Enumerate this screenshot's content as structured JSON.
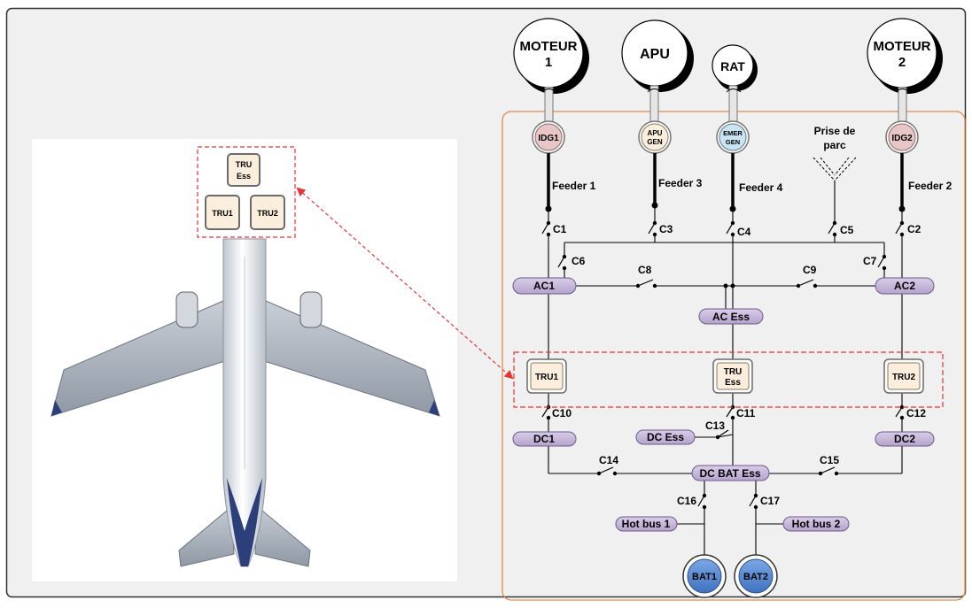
{
  "sources": {
    "moteur1": [
      "MOTEUR",
      "1"
    ],
    "apu": "APU",
    "rat": "RAT",
    "moteur2": [
      "MOTEUR",
      "2"
    ]
  },
  "generators": {
    "idg1": "IDG1",
    "apu_gen": [
      "APU",
      "GEN"
    ],
    "emer_gen": [
      "EMER",
      "GEN"
    ],
    "idg2": "IDG2"
  },
  "ground_power": [
    "Prise de",
    "parc"
  ],
  "feeders": {
    "f1": "Feeder 1",
    "f2": "Feeder 2",
    "f3": "Feeder 3",
    "f4": "Feeder 4"
  },
  "contactors": {
    "c1": "C1",
    "c2": "C2",
    "c3": "C3",
    "c4": "C4",
    "c5": "C5",
    "c6": "C6",
    "c7": "C7",
    "c8": "C8",
    "c9": "C9",
    "c10": "C10",
    "c11": "C11",
    "c12": "C12",
    "c13": "C13",
    "c14": "C14",
    "c15": "C15",
    "c16": "C16",
    "c17": "C17"
  },
  "buses": {
    "ac1": "AC1",
    "ac2": "AC2",
    "ac_ess": "AC Ess",
    "dc1": "DC1",
    "dc2": "DC2",
    "dc_ess": "DC Ess",
    "dc_bat_ess": "DC BAT Ess",
    "hot_bus_1": "Hot bus 1",
    "hot_bus_2": "Hot bus 2"
  },
  "trus": {
    "tru1": "TRU1",
    "tru_ess": [
      "TRU",
      "Ess"
    ],
    "tru2": "TRU2"
  },
  "batteries": {
    "bat1": "BAT1",
    "bat2": "BAT2"
  },
  "colors": {
    "bus_fill": "#c5b6d9",
    "bus_stroke": "#6c5a8a",
    "idg_fill": "#e8c6c6",
    "emer_fill": "#c9e3f2",
    "tru_fill": "#fbeedc",
    "battery_fill": "#5b8fd6",
    "system_border": "#e08a4a",
    "highlight": "#e63333"
  }
}
